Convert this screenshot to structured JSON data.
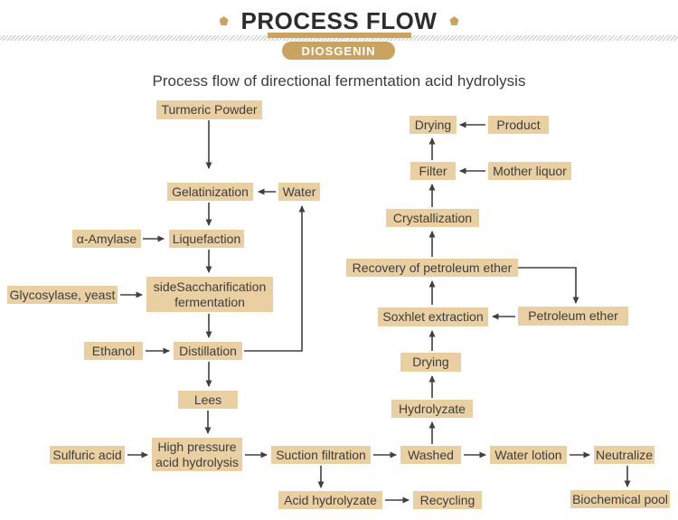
{
  "header": {
    "title": "PROCESS FLOW",
    "badge": "DIOSGENIN",
    "subtitle": "Process flow of directional fermentation acid hydrolysis"
  },
  "colors": {
    "accent_gold": "#c9a35f",
    "box_fill": "#e9cfa2",
    "arrow": "#404040",
    "title_text": "#2d2d2d",
    "box_text": "#3e3e3e"
  },
  "nodes": {
    "turmeric_powder": "Turmeric Powder",
    "gelatinization": "Gelatinization",
    "water": "Water",
    "alpha_amylase": "α-Amylase",
    "liquefaction": "Liquefaction",
    "glycosylase_yeast": "Glycosylase, yeast",
    "saccharification": "sideSaccharification fermentation",
    "ethanol": "Ethanol",
    "distillation": "Distillation",
    "lees": "Lees",
    "sulfuric_acid": "Sulfuric acid",
    "high_pressure": "High pressure acid hydrolysis",
    "suction_filtration": "Suction filtration",
    "acid_hydrolyzate": "Acid hydrolyzate",
    "recycling": "Recycling",
    "washed": "Washed",
    "water_lotion": "Water lotion",
    "neutralize": "Neutralize",
    "biochemical_pool": "Biochemical pool",
    "hydrolyzate": "Hydrolyzate",
    "drying_mid": "Drying",
    "soxhlet": "Soxhlet extraction",
    "petroleum_ether": "Petroleum ether",
    "recovery": "Recovery of petroleum ether",
    "crystallization": "Crystallization",
    "filter": "Filter",
    "mother_liquor": "Mother liquor",
    "drying_final": "Drying",
    "product": "Product"
  },
  "edges": [
    {
      "from": "Turmeric Powder",
      "to": "Gelatinization"
    },
    {
      "from": "Water",
      "to": "Gelatinization"
    },
    {
      "from": "Gelatinization",
      "to": "Liquefaction"
    },
    {
      "from": "α-Amylase",
      "to": "Liquefaction"
    },
    {
      "from": "Liquefaction",
      "to": "sideSaccharification fermentation"
    },
    {
      "from": "Glycosylase, yeast",
      "to": "sideSaccharification fermentation"
    },
    {
      "from": "sideSaccharification fermentation",
      "to": "Distillation"
    },
    {
      "from": "Ethanol",
      "to": "Distillation"
    },
    {
      "from": "Distillation",
      "to": "Water"
    },
    {
      "from": "Distillation",
      "to": "Lees"
    },
    {
      "from": "Lees",
      "to": "High pressure acid hydrolysis"
    },
    {
      "from": "Sulfuric acid",
      "to": "High pressure acid hydrolysis"
    },
    {
      "from": "High pressure acid hydrolysis",
      "to": "Suction filtration"
    },
    {
      "from": "Suction filtration",
      "to": "Washed"
    },
    {
      "from": "Suction filtration",
      "to": "Acid hydrolyzate"
    },
    {
      "from": "Acid hydrolyzate",
      "to": "Recycling"
    },
    {
      "from": "Washed",
      "to": "Water lotion"
    },
    {
      "from": "Washed",
      "to": "Hydrolyzate"
    },
    {
      "from": "Water lotion",
      "to": "Neutralize"
    },
    {
      "from": "Neutralize",
      "to": "Biochemical pool"
    },
    {
      "from": "Hydrolyzate",
      "to": "Drying (mid)"
    },
    {
      "from": "Drying (mid)",
      "to": "Soxhlet extraction"
    },
    {
      "from": "Petroleum ether",
      "to": "Soxhlet extraction"
    },
    {
      "from": "Soxhlet extraction",
      "to": "Recovery of petroleum ether"
    },
    {
      "from": "Recovery of petroleum ether",
      "to": "Petroleum ether"
    },
    {
      "from": "Recovery of petroleum ether",
      "to": "Crystallization"
    },
    {
      "from": "Crystallization",
      "to": "Filter"
    },
    {
      "from": "Mother liquor",
      "to": "Filter"
    },
    {
      "from": "Filter",
      "to": "Drying (final)"
    },
    {
      "from": "Product",
      "to": "Drying (final)"
    }
  ]
}
